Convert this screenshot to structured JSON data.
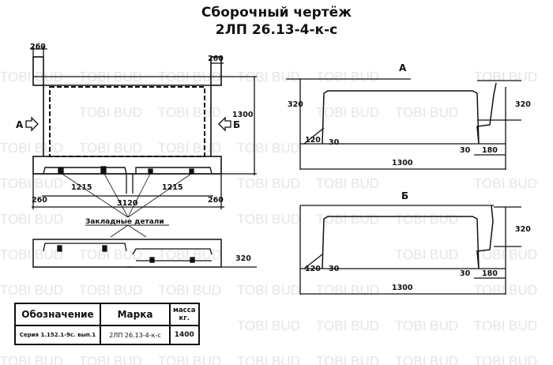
{
  "watermark": "TOBI BUD",
  "title": {
    "line1": "Сборочный чертёж",
    "line2": "2ЛП 26.13-4-к-с"
  },
  "plan": {
    "dim_top_left": "260",
    "dim_top_right": "260",
    "dim_height": "1300",
    "view_a": "А",
    "view_b": "Б",
    "dim_span_left": "1215",
    "dim_span_right": "1215",
    "dim_end_left": "260",
    "dim_end_right": "260",
    "dim_total": "3120",
    "embedded_parts": "Закладные детали"
  },
  "side_section": {
    "dim_height": "320"
  },
  "view_a": {
    "label": "А",
    "h_left": "320",
    "h_right": "320",
    "d120": "120",
    "d30_left": "30",
    "d30_right": "30",
    "d180": "180",
    "length": "1300"
  },
  "view_b": {
    "label": "Б",
    "h_right": "320",
    "d120": "120",
    "d30_left": "30",
    "d30_right": "30",
    "d180": "180",
    "length": "1300"
  },
  "table": {
    "headers": [
      "Обозначение",
      "Марка",
      "масса кг."
    ],
    "row": [
      "Серия 1.152.1-9с. вып.1",
      "2ЛП 26.13-4-к-с",
      "1400"
    ]
  }
}
